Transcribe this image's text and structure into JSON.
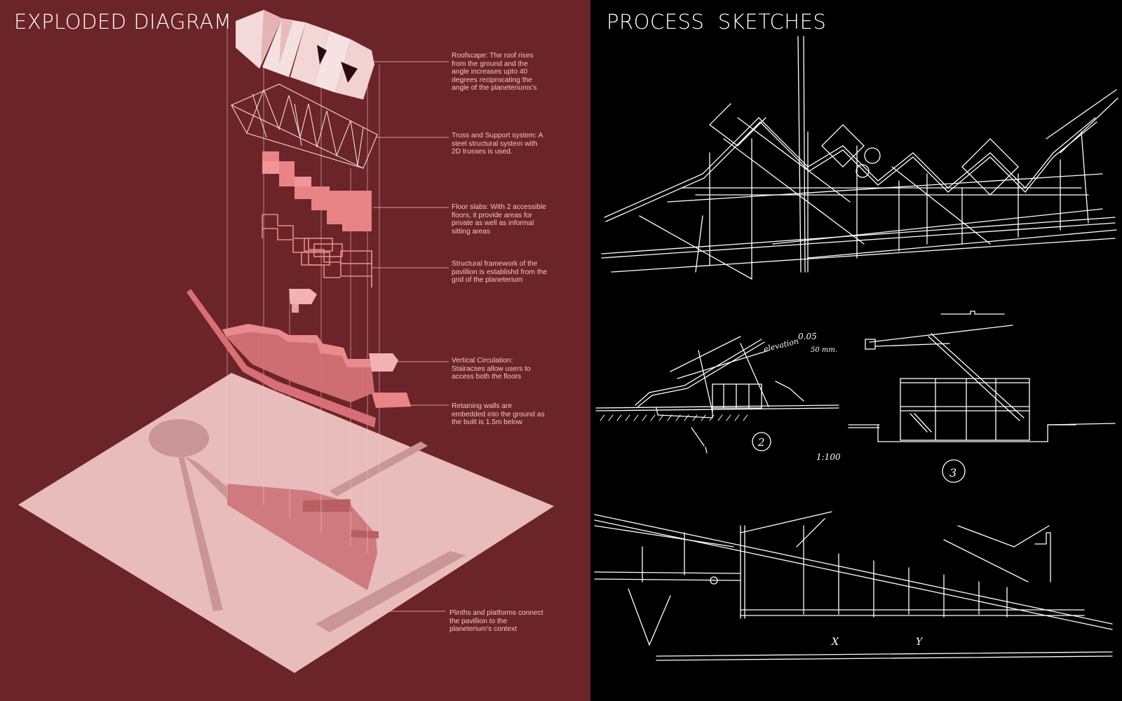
{
  "left": {
    "title": "EXPLODED DIAGRAM",
    "annotations": [
      {
        "text": "Roofscape: The roof rises from the ground and the angle increases upto 40 degrees reciprocating the angle of the planeteriums's"
      },
      {
        "text": "Truss and Support system: A steel structural system with 2D trusses is used."
      },
      {
        "text": "Floor slabs: With 2 accessible floors, it provide areas for private as well as informal sitting areas"
      },
      {
        "text": "Structural framework of the pavillion is establishd from the grid of the planeterium"
      },
      {
        "text": "Vertical Circulation: Stairacses allow users to access both the floors"
      },
      {
        "text": "Retaining walls are embedded into the ground as the built is 1.5m below"
      },
      {
        "text": "Plinths and platforms connect the pavillion to the planeterium's context"
      }
    ]
  },
  "right": {
    "title": "PROCESS  SKETCHES",
    "sketches": [
      {
        "name": "roof-truss-sketch",
        "labels": []
      },
      {
        "name": "section-sketch-2",
        "labels": [
          "elevation",
          "0.05",
          "50 mm.",
          "2",
          "1:100"
        ]
      },
      {
        "name": "section-sketch-3",
        "labels": [
          "3"
        ]
      },
      {
        "name": "long-section-sketch",
        "labels": [
          "X",
          "Y"
        ]
      }
    ]
  },
  "colors": {
    "background_left": "#6b2428",
    "background_right": "#000000",
    "diagram_light": "#e9bcbc",
    "diagram_mid": "#e07e7e",
    "diagram_dark": "#c9676b",
    "annotation_text": "#f1c7c7",
    "sketch_lines": "#ffffff"
  }
}
